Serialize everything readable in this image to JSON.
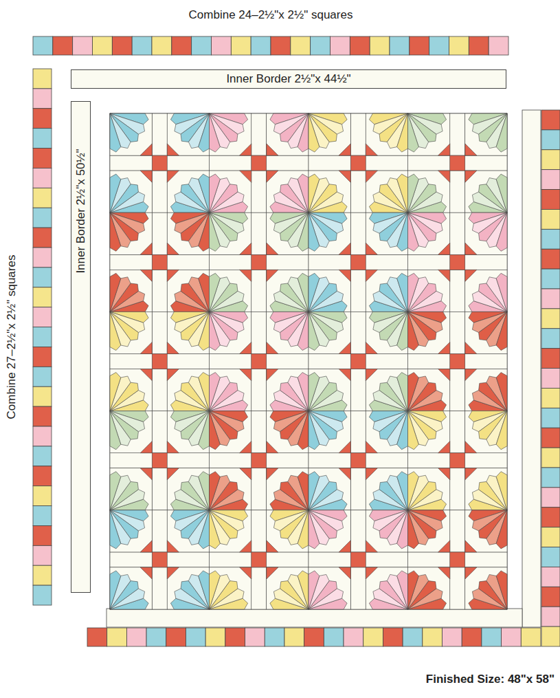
{
  "diagram": {
    "nodes": [
      {
        "text": [
          "Inner Border 2½\"x 44½\""
        ]
      },
      {
        "text": [
          "Inner Border 2½\"x 50½\""
        ]
      }
    ],
    "labels": [
      "Combine 24–2½\"x 2½\" squares",
      "Combine 27–2½\"x 2½\" squares",
      "Finished Size: 48\"x 58\""
    ]
  }
}
